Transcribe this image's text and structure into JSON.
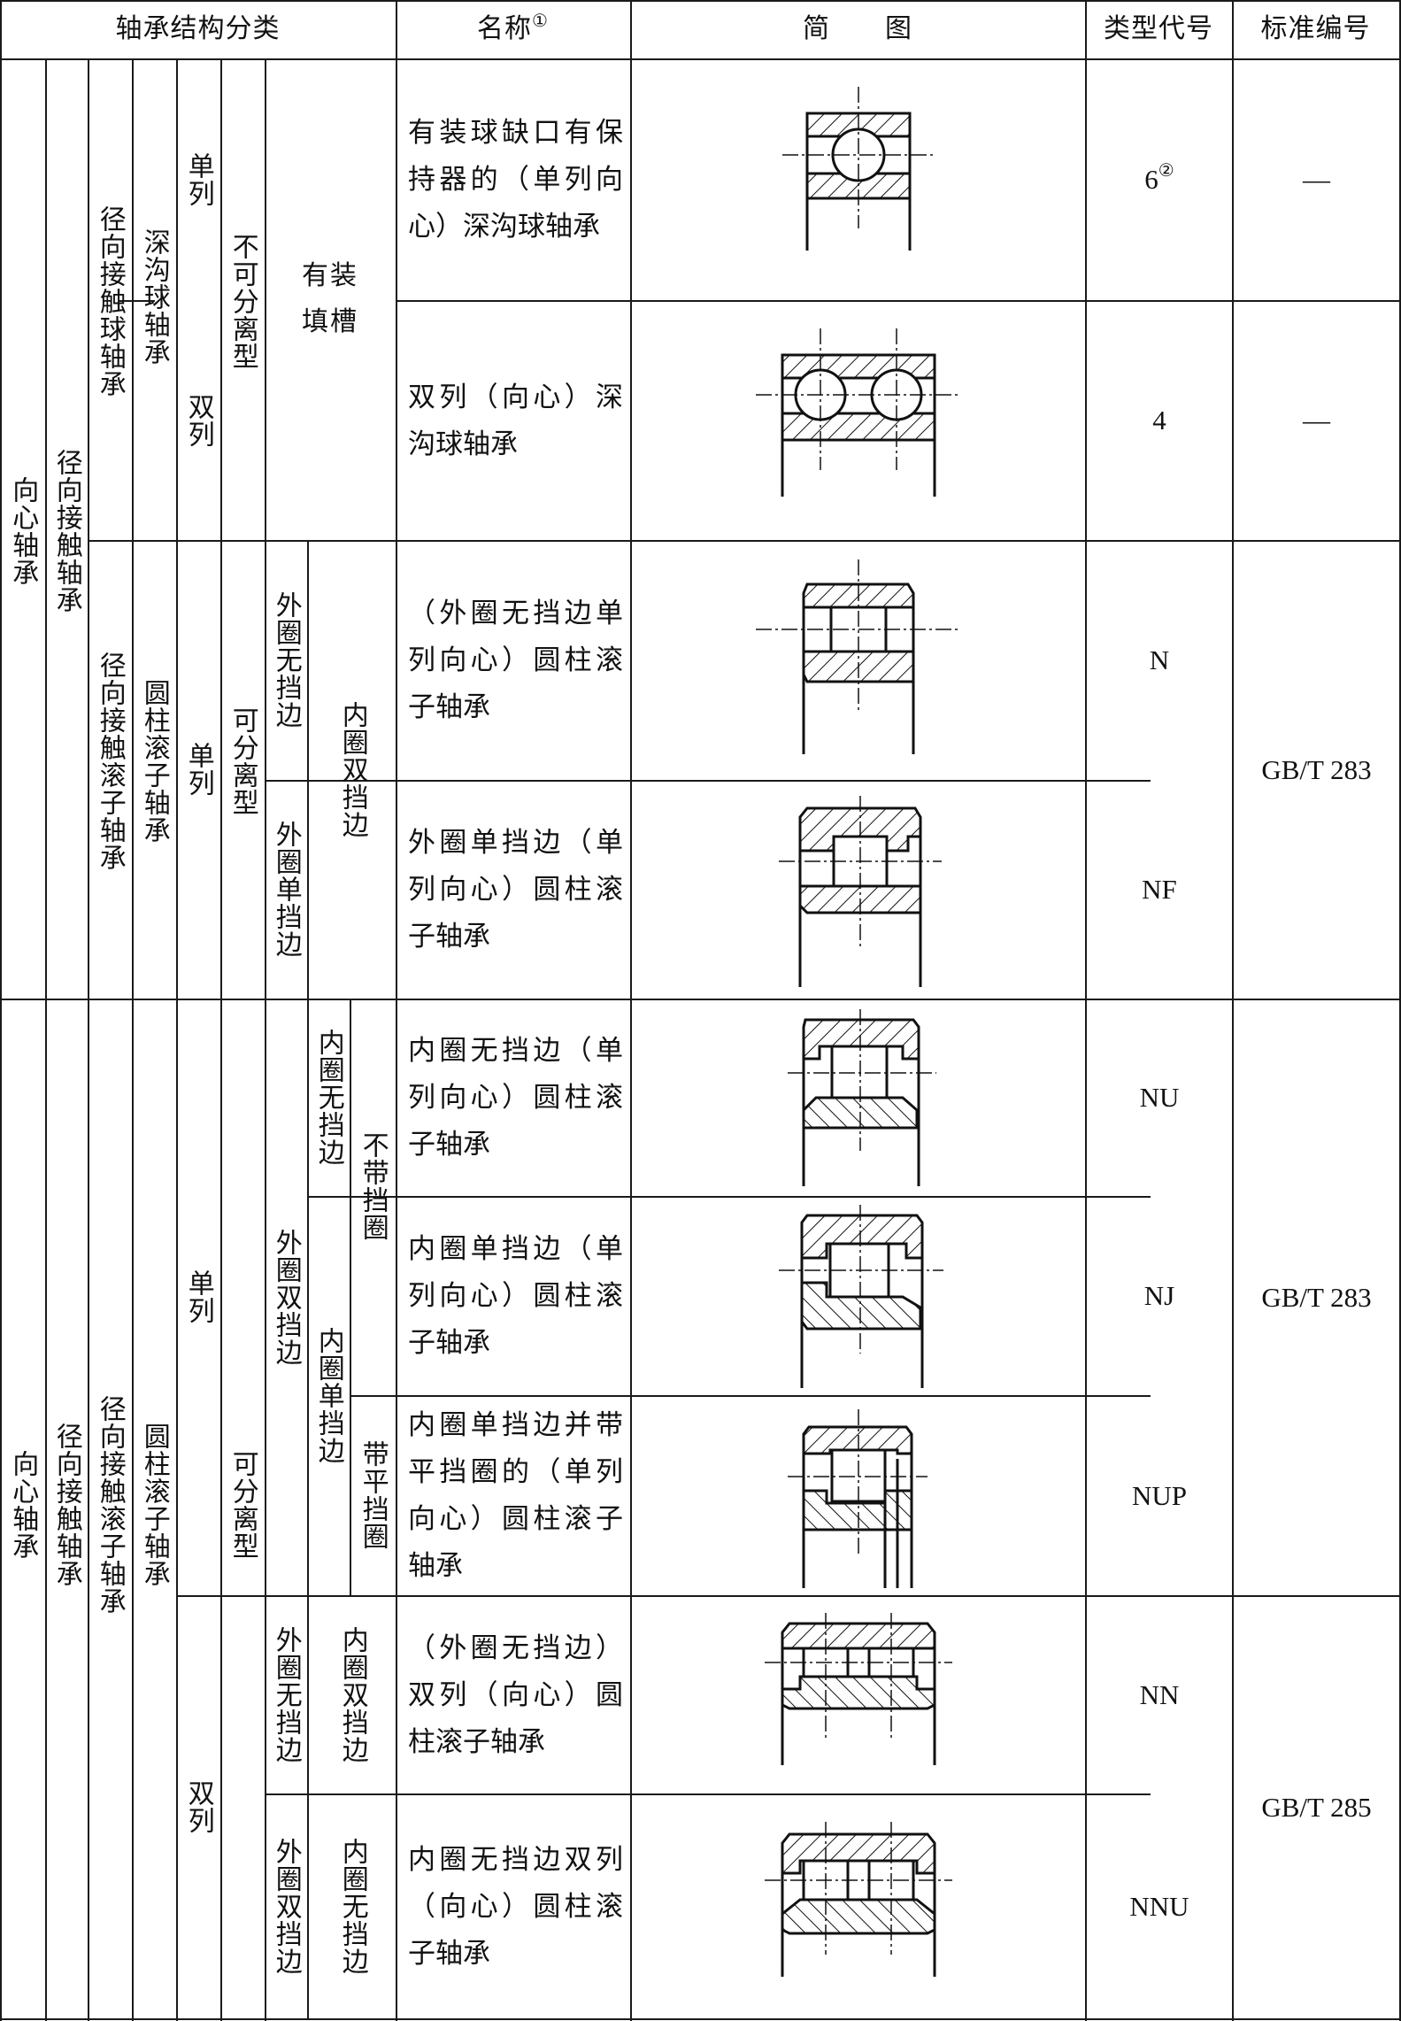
{
  "header": {
    "structure": "轴承结构分类",
    "name": "名称",
    "name_note": "①",
    "sketch": "简　　图",
    "type_code": "类型代号",
    "standard": "标准编号"
  },
  "classification": {
    "radial_bearing": "向心轴承",
    "radial_contact": "径向接触轴承",
    "radial_contact_ball": "径向接触球轴承",
    "deep_groove_ball": "深沟球轴承",
    "radial_contact_roller": "径向接触滚子轴承",
    "cylindrical_roller": "圆柱滚子轴承",
    "single_row": "单列",
    "double_row": "双列",
    "non_separable": "不可分离型",
    "separable": "可分离型",
    "with_filling_slot": "有装填槽",
    "outer_no_rib": "外圈无挡边",
    "outer_single_rib": "外圈单挡边",
    "outer_double_rib": "外圈双挡边",
    "inner_double_rib": "内圈双挡边",
    "inner_no_rib": "内圈无挡边",
    "inner_single_rib": "内圈单挡边",
    "no_retaining_ring": "不带挡圈",
    "with_flat_ring": "带平挡圈"
  },
  "rows": [
    {
      "name": "有装球缺口有保持器的（单列向心）深沟球轴承",
      "code": "6",
      "code_note": "②",
      "standard": "—"
    },
    {
      "name": "双列（向心）深沟球轴承",
      "code": "4",
      "code_note": "",
      "standard": "—"
    },
    {
      "name": "（外圈无挡边单列向心）圆柱滚子轴承",
      "code": "N",
      "code_note": "",
      "standard": "GB/T 283"
    },
    {
      "name": "外圈单挡边（单列向心）圆柱滚子轴承",
      "code": "NF",
      "code_note": "",
      "standard": ""
    },
    {
      "name": "内圈无挡边（单列向心）圆柱滚子轴承",
      "code": "NU",
      "code_note": "",
      "standard": "GB/T 283"
    },
    {
      "name": "内圈单挡边（单列向心）圆柱滚子轴承",
      "code": "NJ",
      "code_note": "",
      "standard": ""
    },
    {
      "name": "内圈单挡边并带平挡圈的（单列向心）圆柱滚子轴承",
      "code": "NUP",
      "code_note": "",
      "standard": ""
    },
    {
      "name": "（外圈无挡边）双列（向心）圆柱滚子轴承",
      "code": "NN",
      "code_note": "",
      "standard": "GB/T 285"
    },
    {
      "name": "内圈无挡边双列（向心）圆柱滚子轴承",
      "code": "NNU",
      "code_note": "",
      "standard": ""
    }
  ]
}
